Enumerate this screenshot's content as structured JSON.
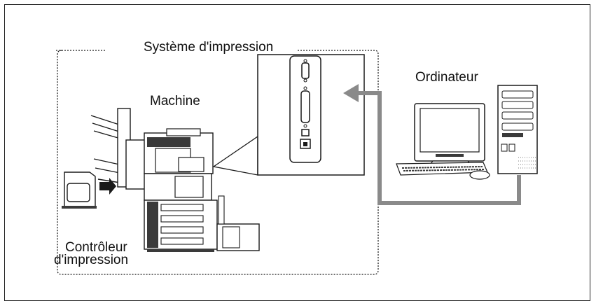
{
  "labels": {
    "print_system": "Système d'impression",
    "machine": "Machine",
    "computer": "Ordinateur",
    "controller_line1": "Contrôleur",
    "controller_line2": "d'impression"
  },
  "colors": {
    "cable": "#8a8a8a",
    "outline": "#1a1a1a",
    "panel_dark": "#3a3a3a",
    "background": "#ffffff"
  },
  "icons": [
    "printer-copier-icon",
    "controller-unit-icon",
    "interface-panel-icon",
    "computer-icon",
    "arrow-icon"
  ]
}
